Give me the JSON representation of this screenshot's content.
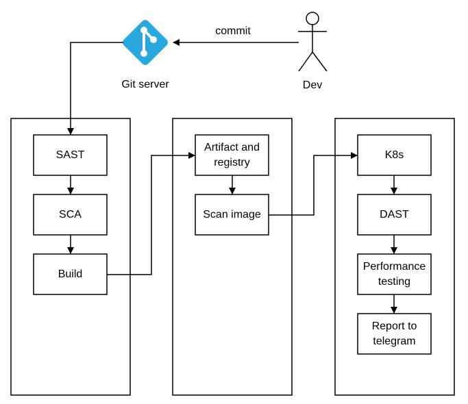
{
  "actor": {
    "label": "Dev"
  },
  "git": {
    "label": "Git server",
    "icon": "git-icon",
    "color": "#29a8e0"
  },
  "commit_label": "commit",
  "stages": {
    "sast": "SAST",
    "sca": "SCA",
    "build": "Build",
    "artifact": "Artifact and registry",
    "scan": "Scan image",
    "k8s": "K8s",
    "dast": "DAST",
    "perf": "Performance testing",
    "report": "Report to telegram"
  }
}
